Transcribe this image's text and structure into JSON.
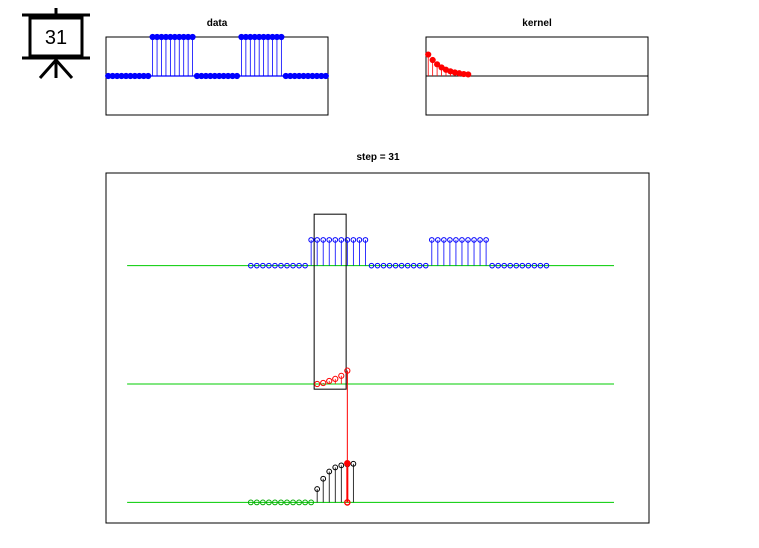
{
  "badge": {
    "step_label": "31",
    "icon": "presentation-board-icon"
  },
  "chart_data": [
    {
      "id": "data",
      "type": "stem",
      "title": "data",
      "xlim": [
        -0.5,
        49.5
      ],
      "ylim": [
        -1.0,
        1.0
      ],
      "grid": false,
      "series": [
        {
          "color": "#0000ff",
          "marker": "filled-circle",
          "x": [
            0,
            1,
            2,
            3,
            4,
            5,
            6,
            7,
            8,
            9,
            10,
            11,
            12,
            13,
            14,
            15,
            16,
            17,
            18,
            19,
            20,
            21,
            22,
            23,
            24,
            25,
            26,
            27,
            28,
            29,
            30,
            31,
            32,
            33,
            34,
            35,
            36,
            37,
            38,
            39,
            40,
            41,
            42,
            43,
            44,
            45,
            46,
            47,
            48,
            49
          ],
          "y": [
            0,
            0,
            0,
            0,
            0,
            0,
            0,
            0,
            0,
            0,
            1,
            1,
            1,
            1,
            1,
            1,
            1,
            1,
            1,
            1,
            0,
            0,
            0,
            0,
            0,
            0,
            0,
            0,
            0,
            0,
            1,
            1,
            1,
            1,
            1,
            1,
            1,
            1,
            1,
            1,
            0,
            0,
            0,
            0,
            0,
            0,
            0,
            0,
            0,
            0
          ]
        }
      ]
    },
    {
      "id": "kernel",
      "type": "stem",
      "title": "kernel",
      "xlim": [
        -0.5,
        49.5
      ],
      "ylim": [
        -1.0,
        1.0
      ],
      "grid": false,
      "series": [
        {
          "color": "#ff0000",
          "marker": "filled-circle",
          "x": [
            0,
            1,
            2,
            3,
            4,
            5,
            6,
            7,
            8,
            9
          ],
          "y": [
            0.55,
            0.41,
            0.3,
            0.22,
            0.16,
            0.12,
            0.09,
            0.07,
            0.05,
            0.04
          ]
        }
      ]
    },
    {
      "id": "step",
      "type": "stem",
      "title": "step = 31",
      "xlim": [
        -24,
        66
      ],
      "ylim": [
        -2.5,
        0.9
      ],
      "grid": false,
      "window": {
        "x_start": 10.5,
        "x_end": 15.8,
        "y_bottom": -1.2,
        "y_top": 0.5
      },
      "series": [
        {
          "name": "data",
          "color": "#0000ff",
          "marker": "open-circle",
          "baseline": 0,
          "baseline_color": "#00cc00",
          "x": [
            0,
            1,
            2,
            3,
            4,
            5,
            6,
            7,
            8,
            9,
            10,
            11,
            12,
            13,
            14,
            15,
            16,
            17,
            18,
            19,
            20,
            21,
            22,
            23,
            24,
            25,
            26,
            27,
            28,
            29,
            30,
            31,
            32,
            33,
            34,
            35,
            36,
            37,
            38,
            39,
            40,
            41,
            42,
            43,
            44,
            45,
            46,
            47,
            48,
            49
          ],
          "y": [
            0,
            0,
            0,
            0,
            0,
            0,
            0,
            0,
            0,
            0,
            0.25,
            0.25,
            0.25,
            0.25,
            0.25,
            0.25,
            0.25,
            0.25,
            0.25,
            0.25,
            0,
            0,
            0,
            0,
            0,
            0,
            0,
            0,
            0,
            0,
            0.25,
            0.25,
            0.25,
            0.25,
            0.25,
            0.25,
            0.25,
            0.25,
            0.25,
            0.25,
            0,
            0,
            0,
            0,
            0,
            0,
            0,
            0,
            0,
            0
          ]
        },
        {
          "name": "kernel",
          "color": "#ff0000",
          "marker": "open-circle",
          "baseline": -1.15,
          "baseline_color": "#00cc00",
          "x": [
            11,
            12,
            13,
            14,
            15,
            16
          ],
          "y": [
            -1.15,
            -1.14,
            -1.12,
            -1.1,
            -1.07,
            -1.02
          ]
        },
        {
          "name": "output",
          "color": "#000000",
          "marker": "open-circle",
          "baseline": -2.3,
          "baseline_color": "#00cc00",
          "x": [
            0,
            1,
            2,
            3,
            4,
            5,
            6,
            7,
            8,
            9,
            10,
            11,
            12,
            13,
            14,
            15,
            16,
            17
          ],
          "y": [
            -2.3,
            -2.3,
            -2.3,
            -2.3,
            -2.3,
            -2.3,
            -2.3,
            -2.3,
            -2.3,
            -2.3,
            -2.3,
            -2.17,
            -2.07,
            -2.0,
            -1.96,
            -1.94,
            -1.93,
            -1.925
          ]
        },
        {
          "name": "current",
          "color": "#ff0000",
          "marker": "filled-circle",
          "baseline": -2.3,
          "x": [
            16
          ],
          "y": [
            -1.92
          ]
        }
      ]
    }
  ]
}
